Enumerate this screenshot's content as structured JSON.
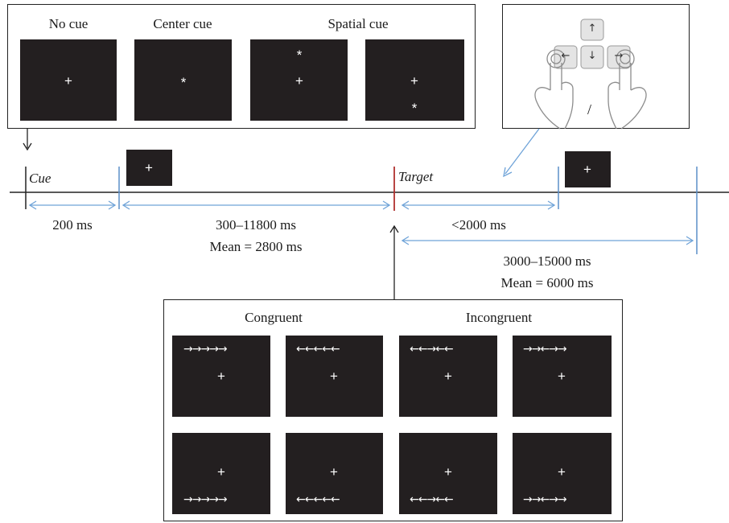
{
  "cue_panel": {
    "labels": {
      "no_cue": "No cue",
      "center_cue": "Center cue",
      "spatial_cue": "Spatial cue"
    },
    "fixation": "+",
    "cue_symbol": "*"
  },
  "response_panel": {
    "key_up": "↑",
    "key_left": "←",
    "key_down": "↓",
    "key_right": "→",
    "separator": "/"
  },
  "timeline": {
    "cue_label": "Cue",
    "target_label": "Target",
    "fixation": "+",
    "cue_duration": "200 ms",
    "interval1_range": "300–11800 ms",
    "interval1_mean": "Mean = 2800 ms",
    "response_window": "<2000 ms",
    "interval2_range": "3000–15000 ms",
    "interval2_mean": "Mean = 6000 ms"
  },
  "target_panel": {
    "labels": {
      "congruent": "Congruent",
      "incongruent": "Incongruent"
    },
    "fixation": "+",
    "flankers": {
      "congruent_right": "→→→→→",
      "congruent_left": "←←←←←",
      "incongruent_right_center": "←←→←←",
      "incongruent_left_center": "→→←→→"
    }
  },
  "colors": {
    "screen": "#231f20",
    "timeline_marker": "#5b8fc9",
    "target_marker": "#b0302f",
    "arrow": "#6fa3d8"
  }
}
